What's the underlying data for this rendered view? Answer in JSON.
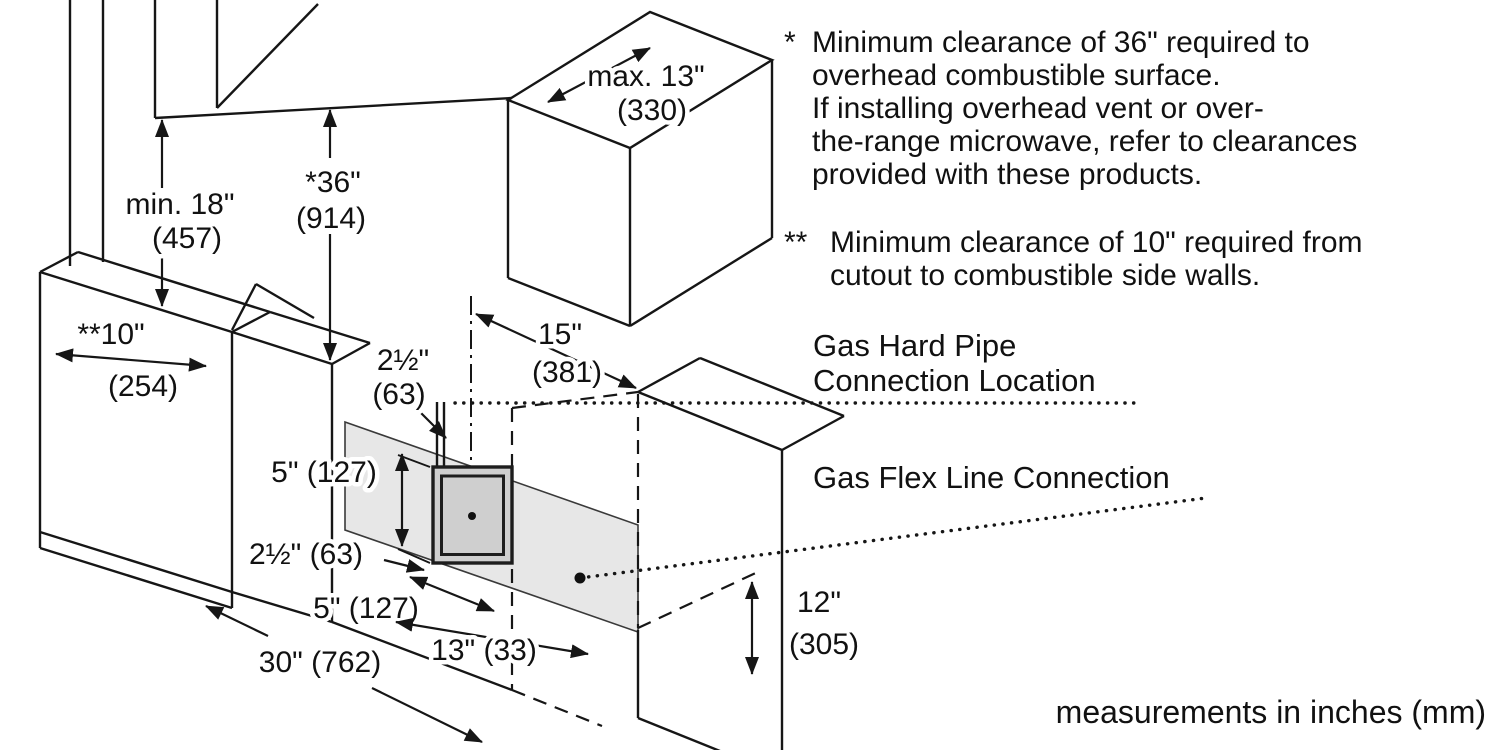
{
  "notes": [
    {
      "marker": "*",
      "lines": [
        "Minimum clearance of 36\" required to",
        "overhead combustible surface.",
        "If installing overhead vent or over-",
        "the-range microwave, refer to clearances",
        "provided with these products."
      ]
    },
    {
      "marker": "**",
      "lines": [
        "Minimum clearance of 10\" required from",
        "cutout to combustible side walls."
      ]
    }
  ],
  "callouts": {
    "gas_hard_pipe": {
      "line1": "Gas Hard Pipe",
      "line2": "Connection Location"
    },
    "gas_flex": {
      "label": "Gas Flex Line Connection"
    }
  },
  "dimensions": {
    "max13": {
      "inch": "max. 13\"",
      "mm": "(330)"
    },
    "min18": {
      "inch": "min. 18\"",
      "mm": "(457)"
    },
    "clr36": {
      "inch": "*36\"",
      "mm": "(914)"
    },
    "side10": {
      "inch": "**10\"",
      "mm": "(254)"
    },
    "off2a": {
      "inch": "2½\"",
      "mm": "(63)"
    },
    "w15": {
      "inch": "15\"",
      "mm": "(381)"
    },
    "h5": {
      "label": "5\" (127)"
    },
    "off2b": {
      "label": "2½\" (63)"
    },
    "w5": {
      "label": "5\" (127)"
    },
    "w13": {
      "label": "13\" (33)"
    },
    "w30": {
      "label": "30\" (762)"
    },
    "h12": {
      "inch": "12\"",
      "mm": "(305)"
    }
  },
  "footer": {
    "label": "measurements in inches (mm)"
  },
  "colors": {
    "line": "#161616",
    "panel_fill": "#e7e7e7",
    "box_fill": "#cfcfcf"
  }
}
